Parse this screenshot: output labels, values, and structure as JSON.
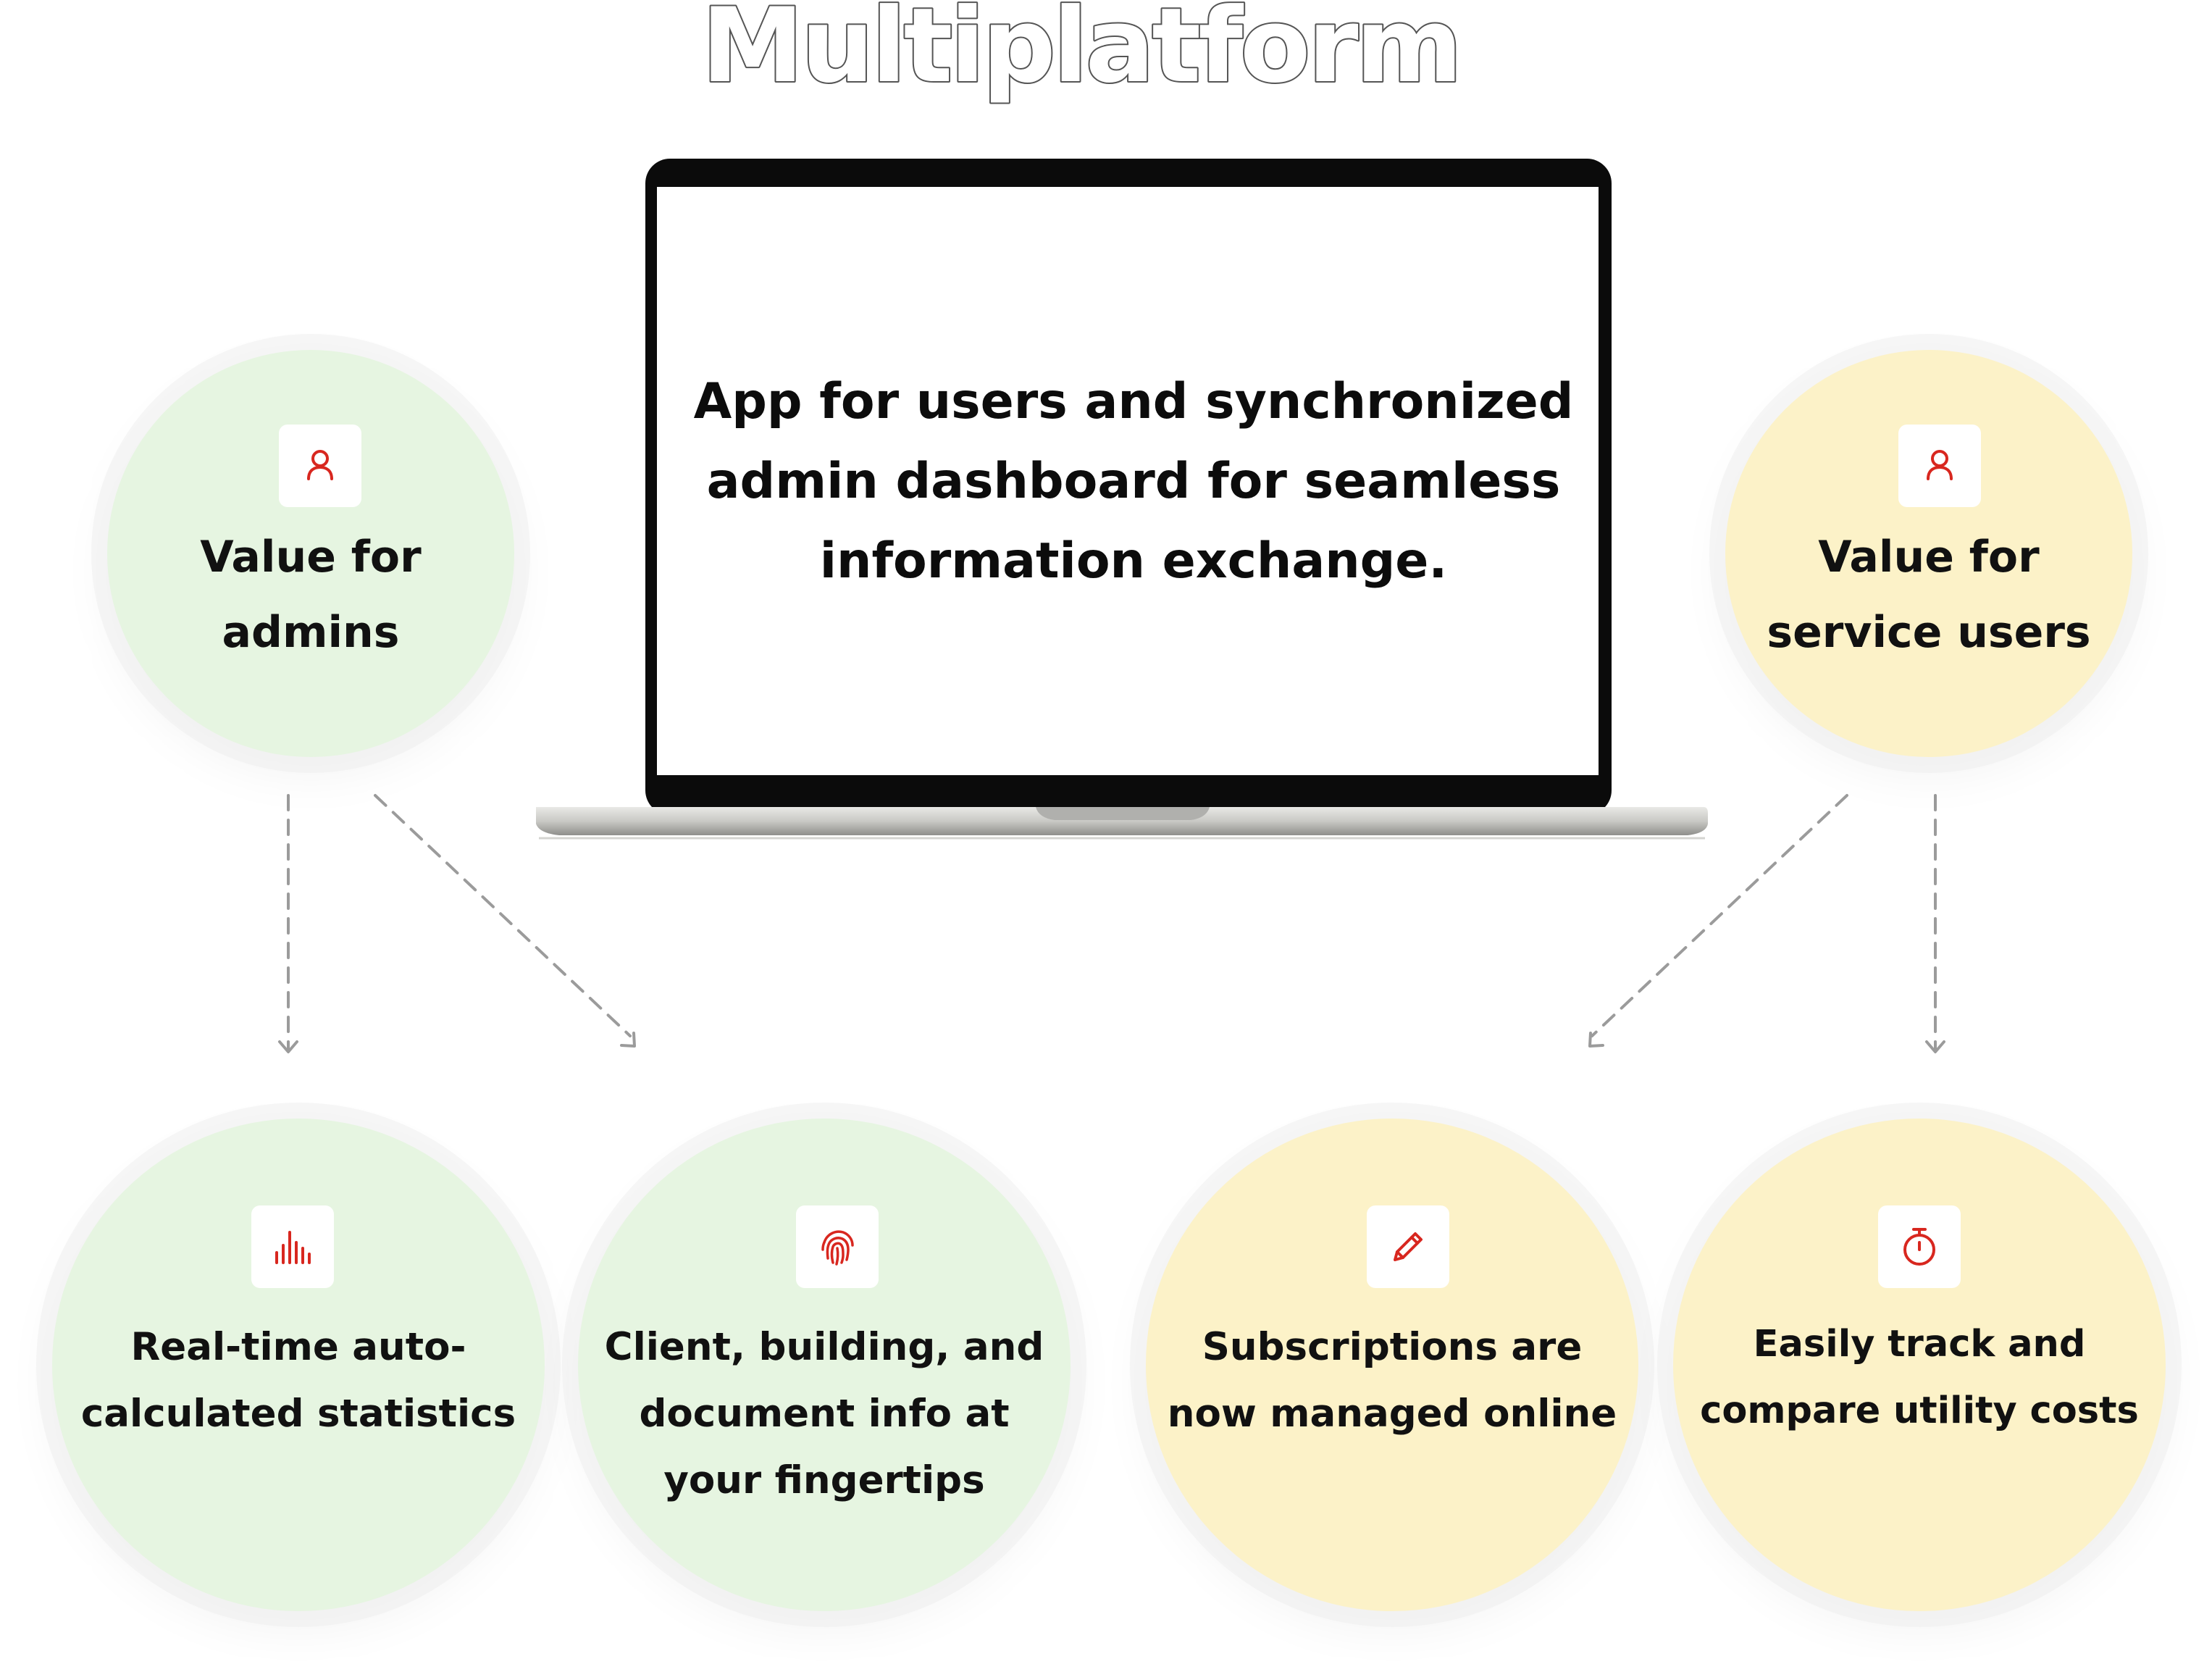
{
  "title": "Multiplatform",
  "screen": {
    "lines": [
      "App for users and synchronized",
      "admin dashboard for seamless",
      "information exchange."
    ]
  },
  "groups": [
    {
      "heading": [
        "Value for",
        "admins"
      ],
      "icon": "user-icon",
      "color": "#e6f5e1",
      "items": [
        {
          "icon": "bar-chart-icon",
          "lines": [
            "Real-time auto-",
            "calculated statistics"
          ]
        },
        {
          "icon": "fingerprint-icon",
          "lines": [
            "Client, building, and",
            "document info at",
            "your fingertips"
          ]
        }
      ]
    },
    {
      "heading": [
        "Value for",
        "service users"
      ],
      "icon": "user-icon",
      "color": "#fcf2c8",
      "items": [
        {
          "icon": "pencil-icon",
          "lines": [
            "Subscriptions are",
            "now managed online"
          ]
        },
        {
          "icon": "stopwatch-icon",
          "lines": [
            "Easily track and",
            "compare utility costs"
          ]
        }
      ]
    }
  ],
  "colors": {
    "icon_red": "#d8271f",
    "arrow": "#9b9b9b",
    "admins_bg": "#e6f5e1",
    "users_bg": "#fcf2c8"
  }
}
